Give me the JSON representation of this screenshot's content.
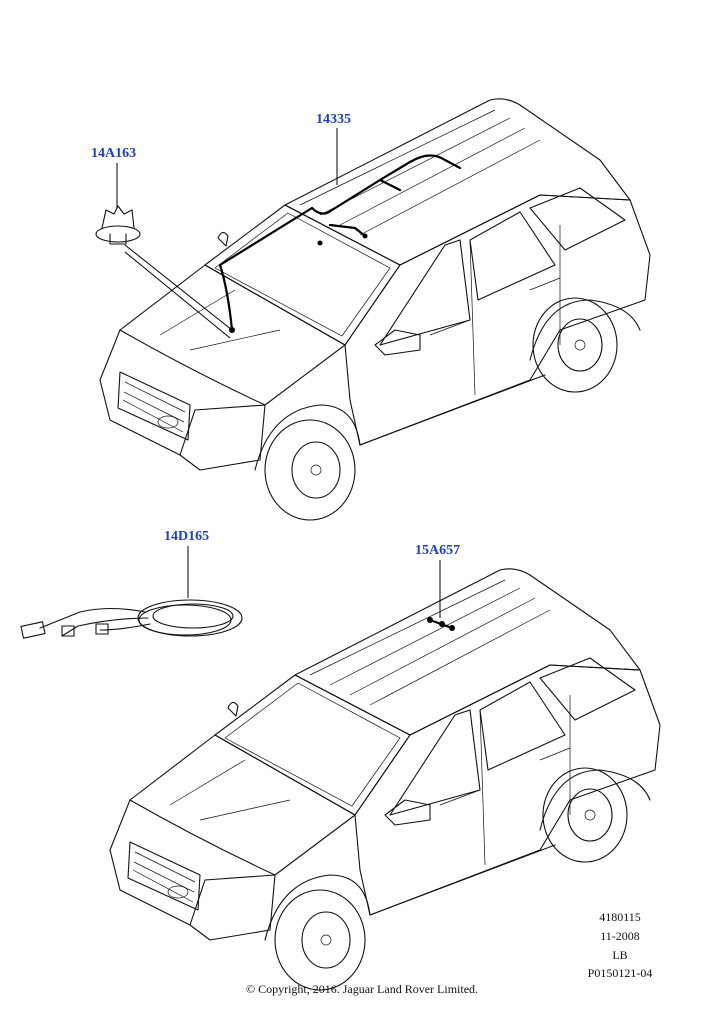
{
  "parts": [
    {
      "id": "14A163"
    },
    {
      "id": "14335"
    },
    {
      "id": "14D165"
    },
    {
      "id": "15A657"
    }
  ],
  "meta": {
    "code": "4180115",
    "date": "11-2008",
    "region": "LB",
    "ref": "P0150121-04"
  },
  "copyright": "© Copyright, 2016. Jaguar Land Rover Limited.",
  "colors": {
    "callout": "#1f3fbf",
    "line": "#111111"
  }
}
